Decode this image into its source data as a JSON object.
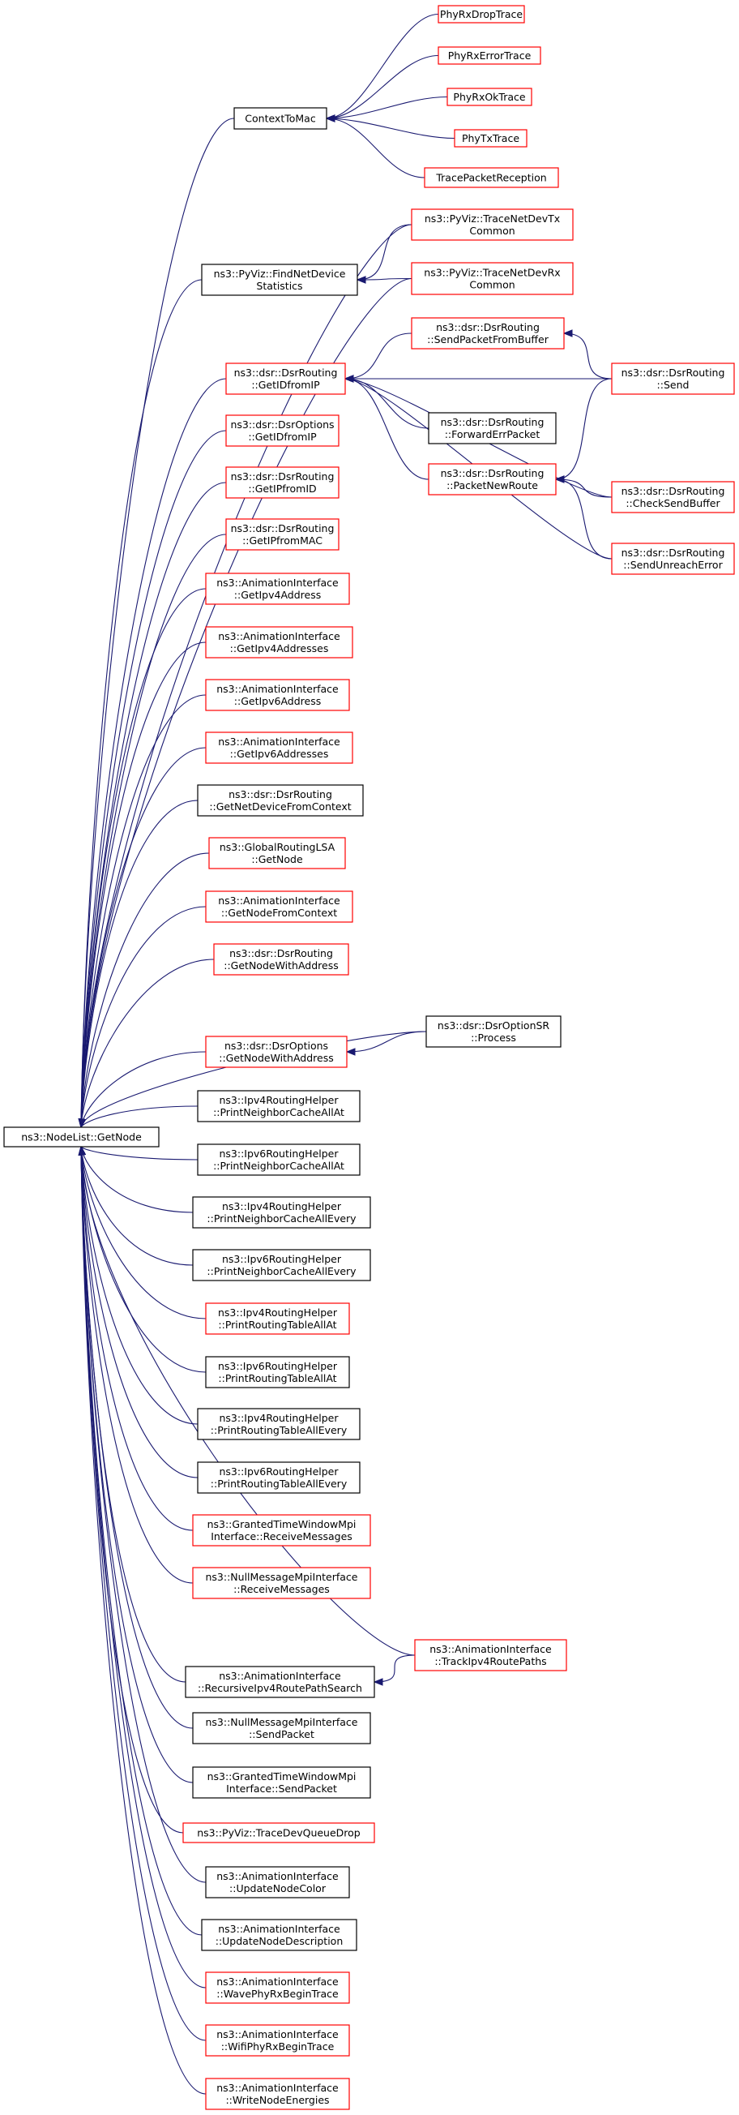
{
  "colors": {
    "edge": "#191970",
    "node_border_normal": "#000000",
    "node_border_linked": "#ff0000",
    "root_fill": "#bfbfbf",
    "node_fill": "#ffffff"
  },
  "nodes": [
    {
      "id": "root",
      "lines": [
        "ns3::NodeList::GetNode"
      ],
      "style": "root"
    },
    {
      "id": "contextToMac",
      "lines": [
        "ContextToMac"
      ],
      "style": "black"
    },
    {
      "id": "phyRxDrop",
      "lines": [
        "PhyRxDropTrace"
      ],
      "style": "red"
    },
    {
      "id": "phyRxError",
      "lines": [
        "PhyRxErrorTrace"
      ],
      "style": "red"
    },
    {
      "id": "phyRxOk",
      "lines": [
        "PhyRxOkTrace"
      ],
      "style": "red"
    },
    {
      "id": "phyTx",
      "lines": [
        "PhyTxTrace"
      ],
      "style": "red"
    },
    {
      "id": "tracePktRx",
      "lines": [
        "TracePacketReception"
      ],
      "style": "red"
    },
    {
      "id": "traceNetDevTx",
      "lines": [
        "ns3::PyViz::TraceNetDevTx",
        "Common"
      ],
      "style": "red"
    },
    {
      "id": "findNetDevStats",
      "lines": [
        "ns3::PyViz::FindNetDevice",
        "Statistics"
      ],
      "style": "black"
    },
    {
      "id": "traceNetDevRx",
      "lines": [
        "ns3::PyViz::TraceNetDevRx",
        "Common"
      ],
      "style": "red"
    },
    {
      "id": "sendPktFromBuf",
      "lines": [
        "ns3::dsr::DsrRouting",
        "::SendPacketFromBuffer"
      ],
      "style": "red"
    },
    {
      "id": "dsrGetIDfromIP",
      "lines": [
        "ns3::dsr::DsrRouting",
        "::GetIDfromIP"
      ],
      "style": "red"
    },
    {
      "id": "dsrSend",
      "lines": [
        "ns3::dsr::DsrRouting",
        "::Send"
      ],
      "style": "red"
    },
    {
      "id": "forwardErrPkt",
      "lines": [
        "ns3::dsr::DsrRouting",
        "::ForwardErrPacket"
      ],
      "style": "black"
    },
    {
      "id": "optGetIDfromIP",
      "lines": [
        "ns3::dsr::DsrOptions",
        "::GetIDfromIP"
      ],
      "style": "red"
    },
    {
      "id": "pktNewRoute",
      "lines": [
        "ns3::dsr::DsrRouting",
        "::PacketNewRoute"
      ],
      "style": "red"
    },
    {
      "id": "checkSendBuf",
      "lines": [
        "ns3::dsr::DsrRouting",
        "::CheckSendBuffer"
      ],
      "style": "red"
    },
    {
      "id": "getIPfromID",
      "lines": [
        "ns3::dsr::DsrRouting",
        "::GetIPfromID"
      ],
      "style": "red"
    },
    {
      "id": "sendUnreachErr",
      "lines": [
        "ns3::dsr::DsrRouting",
        "::SendUnreachError"
      ],
      "style": "red"
    },
    {
      "id": "getIPfromMAC",
      "lines": [
        "ns3::dsr::DsrRouting",
        "::GetIPfromMAC"
      ],
      "style": "red"
    },
    {
      "id": "getIpv4Address",
      "lines": [
        "ns3::AnimationInterface",
        "::GetIpv4Address"
      ],
      "style": "red"
    },
    {
      "id": "getIpv4Addresses",
      "lines": [
        "ns3::AnimationInterface",
        "::GetIpv4Addresses"
      ],
      "style": "red"
    },
    {
      "id": "getIpv6Address",
      "lines": [
        "ns3::AnimationInterface",
        "::GetIpv6Address"
      ],
      "style": "red"
    },
    {
      "id": "getIpv6Addresses",
      "lines": [
        "ns3::AnimationInterface",
        "::GetIpv6Addresses"
      ],
      "style": "red"
    },
    {
      "id": "getNetDevFromCtx",
      "lines": [
        "ns3::dsr::DsrRouting",
        "::GetNetDeviceFromContext"
      ],
      "style": "black"
    },
    {
      "id": "globalLsaGetNode",
      "lines": [
        "ns3::GlobalRoutingLSA",
        "::GetNode"
      ],
      "style": "red"
    },
    {
      "id": "getNodeFromCtx",
      "lines": [
        "ns3::AnimationInterface",
        "::GetNodeFromContext"
      ],
      "style": "red"
    },
    {
      "id": "routingGetNodeWithAddr",
      "lines": [
        "ns3::dsr::DsrRouting",
        "::GetNodeWithAddress"
      ],
      "style": "red"
    },
    {
      "id": "optionSRProcess",
      "lines": [
        "ns3::dsr::DsrOptionSR",
        "::Process"
      ],
      "style": "black"
    },
    {
      "id": "optGetNodeWithAddr",
      "lines": [
        "ns3::dsr::DsrOptions",
        "::GetNodeWithAddress"
      ],
      "style": "red"
    },
    {
      "id": "ipv4NbrAllAt",
      "lines": [
        "ns3::Ipv4RoutingHelper",
        "::PrintNeighborCacheAllAt"
      ],
      "style": "black"
    },
    {
      "id": "ipv6NbrAllAt",
      "lines": [
        "ns3::Ipv6RoutingHelper",
        "::PrintNeighborCacheAllAt"
      ],
      "style": "black"
    },
    {
      "id": "ipv4NbrAllEvery",
      "lines": [
        "ns3::Ipv4RoutingHelper",
        "::PrintNeighborCacheAllEvery"
      ],
      "style": "black"
    },
    {
      "id": "ipv6NbrAllEvery",
      "lines": [
        "ns3::Ipv6RoutingHelper",
        "::PrintNeighborCacheAllEvery"
      ],
      "style": "black"
    },
    {
      "id": "ipv4RtAllAt",
      "lines": [
        "ns3::Ipv4RoutingHelper",
        "::PrintRoutingTableAllAt"
      ],
      "style": "red"
    },
    {
      "id": "ipv6RtAllAt",
      "lines": [
        "ns3::Ipv6RoutingHelper",
        "::PrintRoutingTableAllAt"
      ],
      "style": "black"
    },
    {
      "id": "ipv4RtAllEvery",
      "lines": [
        "ns3::Ipv4RoutingHelper",
        "::PrintRoutingTableAllEvery"
      ],
      "style": "black"
    },
    {
      "id": "ipv6RtAllEvery",
      "lines": [
        "ns3::Ipv6RoutingHelper",
        "::PrintRoutingTableAllEvery"
      ],
      "style": "black"
    },
    {
      "id": "gtwRecvMsgs",
      "lines": [
        "ns3::GrantedTimeWindowMpi",
        "Interface::ReceiveMessages"
      ],
      "style": "red"
    },
    {
      "id": "nullRecvMsgs",
      "lines": [
        "ns3::NullMessageMpiInterface",
        "::ReceiveMessages"
      ],
      "style": "red"
    },
    {
      "id": "trackIpv4Route",
      "lines": [
        "ns3::AnimationInterface",
        "::TrackIpv4RoutePaths"
      ],
      "style": "red"
    },
    {
      "id": "recursiveIpv4",
      "lines": [
        "ns3::AnimationInterface",
        "::RecursiveIpv4RoutePathSearch"
      ],
      "style": "black"
    },
    {
      "id": "nullSendPkt",
      "lines": [
        "ns3::NullMessageMpiInterface",
        "::SendPacket"
      ],
      "style": "black"
    },
    {
      "id": "gtwSendPkt",
      "lines": [
        "ns3::GrantedTimeWindowMpi",
        "Interface::SendPacket"
      ],
      "style": "black"
    },
    {
      "id": "traceDevQueueDrop",
      "lines": [
        "ns3::PyViz::TraceDevQueueDrop"
      ],
      "style": "red"
    },
    {
      "id": "updateNodeColor",
      "lines": [
        "ns3::AnimationInterface",
        "::UpdateNodeColor"
      ],
      "style": "black"
    },
    {
      "id": "updateNodeDesc",
      "lines": [
        "ns3::AnimationInterface",
        "::UpdateNodeDescription"
      ],
      "style": "black"
    },
    {
      "id": "waveRxBegin",
      "lines": [
        "ns3::AnimationInterface",
        "::WavePhyRxBeginTrace"
      ],
      "style": "red"
    },
    {
      "id": "wifiRxBegin",
      "lines": [
        "ns3::AnimationInterface",
        "::WifiPhyRxBeginTrace"
      ],
      "style": "red"
    },
    {
      "id": "writeNodeEnergies",
      "lines": [
        "ns3::AnimationInterface",
        "::WriteNodeEnergies"
      ],
      "style": "red"
    }
  ],
  "edges": [
    [
      "contextToMac",
      "root"
    ],
    [
      "phyRxDrop",
      "contextToMac"
    ],
    [
      "phyRxError",
      "contextToMac"
    ],
    [
      "phyRxOk",
      "contextToMac"
    ],
    [
      "phyTx",
      "contextToMac"
    ],
    [
      "tracePktRx",
      "contextToMac"
    ],
    [
      "traceNetDevTx",
      "root"
    ],
    [
      "findNetDevStats",
      "root"
    ],
    [
      "traceNetDevTx",
      "findNetDevStats"
    ],
    [
      "traceNetDevRx",
      "findNetDevStats"
    ],
    [
      "traceNetDevRx",
      "root"
    ],
    [
      "dsrGetIDfromIP",
      "root"
    ],
    [
      "sendPktFromBuf",
      "dsrGetIDfromIP"
    ],
    [
      "dsrSend",
      "dsrGetIDfromIP"
    ],
    [
      "forwardErrPkt",
      "dsrGetIDfromIP"
    ],
    [
      "pktNewRoute",
      "dsrGetIDfromIP"
    ],
    [
      "checkSendBuf",
      "dsrGetIDfromIP"
    ],
    [
      "sendUnreachErr",
      "dsrGetIDfromIP"
    ],
    [
      "dsrSend",
      "sendPktFromBuf"
    ],
    [
      "dsrSend",
      "pktNewRoute"
    ],
    [
      "checkSendBuf",
      "pktNewRoute"
    ],
    [
      "sendUnreachErr",
      "pktNewRoute"
    ],
    [
      "optGetIDfromIP",
      "root"
    ],
    [
      "getIPfromID",
      "root"
    ],
    [
      "getIPfromMAC",
      "root"
    ],
    [
      "getIpv4Address",
      "root"
    ],
    [
      "getIpv4Addresses",
      "root"
    ],
    [
      "getIpv6Address",
      "root"
    ],
    [
      "getIpv6Addresses",
      "root"
    ],
    [
      "getNetDevFromCtx",
      "root"
    ],
    [
      "globalLsaGetNode",
      "root"
    ],
    [
      "getNodeFromCtx",
      "root"
    ],
    [
      "routingGetNodeWithAddr",
      "root"
    ],
    [
      "optionSRProcess",
      "root"
    ],
    [
      "optGetNodeWithAddr",
      "root"
    ],
    [
      "optionSRProcess",
      "optGetNodeWithAddr"
    ],
    [
      "ipv4NbrAllAt",
      "root"
    ],
    [
      "ipv6NbrAllAt",
      "root"
    ],
    [
      "ipv4NbrAllEvery",
      "root"
    ],
    [
      "ipv6NbrAllEvery",
      "root"
    ],
    [
      "ipv4RtAllAt",
      "root"
    ],
    [
      "ipv6RtAllAt",
      "root"
    ],
    [
      "ipv4RtAllEvery",
      "root"
    ],
    [
      "ipv6RtAllEvery",
      "root"
    ],
    [
      "gtwRecvMsgs",
      "root"
    ],
    [
      "nullRecvMsgs",
      "root"
    ],
    [
      "trackIpv4Route",
      "root"
    ],
    [
      "recursiveIpv4",
      "root"
    ],
    [
      "trackIpv4Route",
      "recursiveIpv4"
    ],
    [
      "nullSendPkt",
      "root"
    ],
    [
      "gtwSendPkt",
      "root"
    ],
    [
      "traceDevQueueDrop",
      "root"
    ],
    [
      "updateNodeColor",
      "root"
    ],
    [
      "updateNodeDesc",
      "root"
    ],
    [
      "waveRxBegin",
      "root"
    ],
    [
      "wifiRxBegin",
      "root"
    ],
    [
      "writeNodeEnergies",
      "root"
    ]
  ]
}
